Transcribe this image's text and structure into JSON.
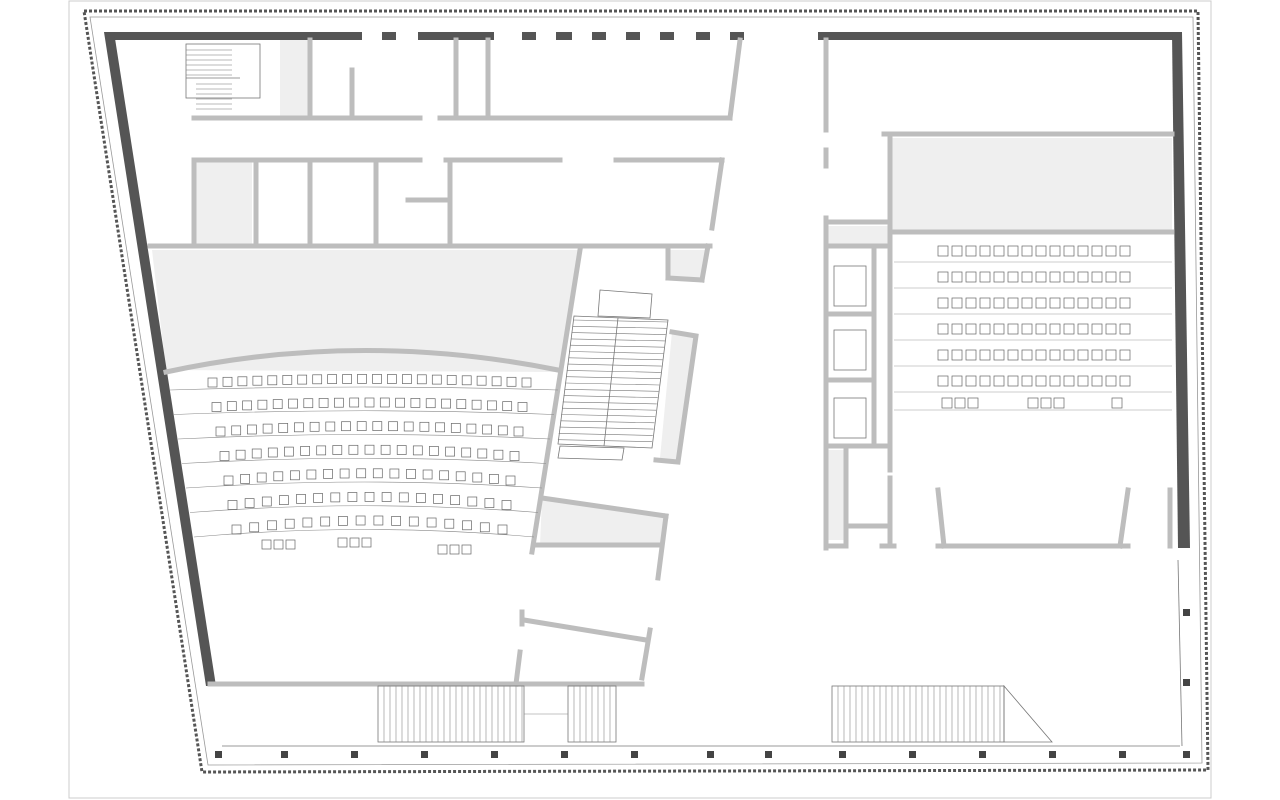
{
  "drawing": {
    "type": "architectural floor plan",
    "rooms": [
      {
        "name": "lecture-hall-curved",
        "seat_rows": 7
      },
      {
        "name": "lecture-hall-rectangular",
        "seat_rows": 6
      }
    ],
    "stairs": [
      "central-stair",
      "south-stair-left",
      "south-stair-right"
    ]
  },
  "colors": {
    "background": "#ffffff",
    "outer_wall": "#555555",
    "partition_wall": "#bdbdbd",
    "fill_zone": "#efefef",
    "line": "#666666",
    "frame": "#cccccc"
  }
}
